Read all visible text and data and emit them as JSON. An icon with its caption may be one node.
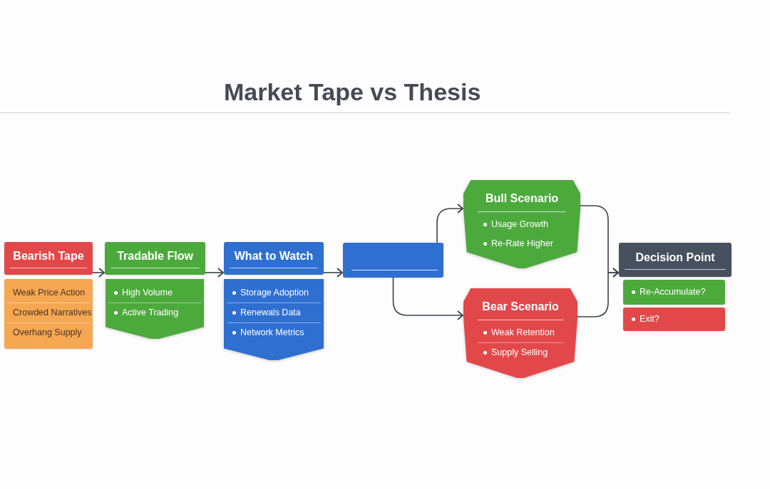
{
  "diagram": {
    "title": "Market Tape vs Thesis",
    "nodes": [
      {
        "text": [
          "Bearish Tape"
        ]
      },
      {
        "text": [
          "Weak Price Action",
          "Crowded Narratives",
          "Overhang Supply"
        ]
      },
      {
        "text": [
          "Tradable Flow"
        ]
      },
      {
        "text": [
          "High Volume",
          "Active Trading"
        ]
      },
      {
        "text": [
          "What to Watch"
        ]
      },
      {
        "text": [
          "Storage Adoption",
          "Renewals Data",
          "Network Metrics"
        ]
      },
      {
        "text": [],
        "shape": "box"
      },
      {
        "text": [
          "Bull Scenario",
          "Usage Growth",
          "Re-Rate Higher"
        ]
      },
      {
        "text": [
          "Bear Scenario",
          "Weak Retention",
          "Supply Selling"
        ]
      },
      {
        "text": [
          "Decision Point"
        ]
      },
      {
        "text": [
          "Re-Accumulate?"
        ]
      },
      {
        "text": [
          "Exit?"
        ]
      }
    ],
    "edges": [
      {
        "from": 0,
        "to": 2,
        "arrow": "to"
      },
      {
        "from": 2,
        "to": 4,
        "arrow": "to"
      },
      {
        "from": 4,
        "to": 6,
        "arrow": "to"
      },
      {
        "from": 6,
        "to": 7,
        "arrow": "to"
      },
      {
        "from": 6,
        "to": 8,
        "arrow": "to"
      },
      {
        "from": 7,
        "to": 9,
        "arrow": "to"
      },
      {
        "from": 8,
        "to": 9,
        "arrow": "to"
      }
    ]
  }
}
